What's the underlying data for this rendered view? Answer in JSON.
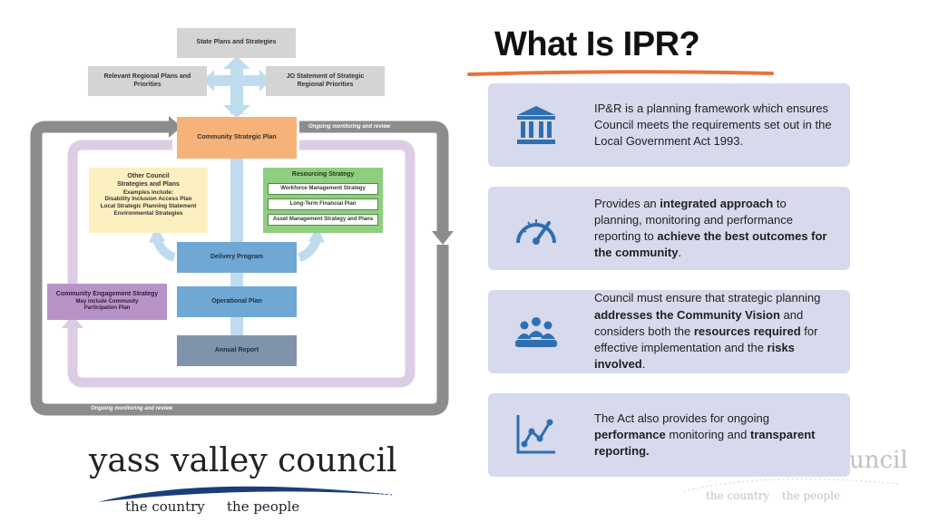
{
  "title": "What Is IPR?",
  "diagram": {
    "state_plans": "State Plans and Strategies",
    "regional_plans": "Relevant Regional Plans and Priorities",
    "jo_statement": "JO Statement of Strategic Regional Priorities",
    "csp": "Community Strategic Plan",
    "other_strategies_title": "Other Council Strategies and Plans",
    "other_strategies_items": "Examples include:\nDisability Inclusion Access Plan\nLocal Strategic Planning Statement\nEnvironmental Strategies",
    "resourcing_title": "Resourcing Strategy",
    "resourcing_items": [
      "Workforce Management Strategy",
      "Long-Term Financial Plan",
      "Asset Management Strategy and Plans"
    ],
    "delivery_program": "Delivery Program",
    "operational_plan": "Operational Plan",
    "annual_report": "Annual Report",
    "engagement_title": "Community Engagement Strategy",
    "engagement_sub": "May include Community Participation Plan",
    "monitoring_top": "Ongoing monitoring and review",
    "monitoring_bottom": "Ongoing monitoring and review"
  },
  "cards": [
    {
      "icon": "bank-icon",
      "html": "IP&R is a planning framework which ensures Council meets the requirements set out in the  Local Government Act 1993."
    },
    {
      "icon": "gauge-icon",
      "parts": [
        [
          "Provides an ",
          false
        ],
        [
          "integrated approach",
          true
        ],
        [
          " to planning, monitoring and performance reporting to ",
          false
        ],
        [
          "achieve the best outcomes for the community",
          true
        ],
        [
          ".",
          false
        ]
      ]
    },
    {
      "icon": "people-meeting-icon",
      "parts": [
        [
          "Council must ensure that strategic planning ",
          false
        ],
        [
          "addresses the Community Vision",
          true
        ],
        [
          " and considers both the ",
          false
        ],
        [
          "resources required",
          true
        ],
        [
          " for effective implementation and the ",
          false
        ],
        [
          "risks involved",
          true
        ],
        [
          ".",
          false
        ]
      ]
    },
    {
      "icon": "line-chart-icon",
      "parts": [
        [
          "The Act also provides for ongoing ",
          false
        ],
        [
          "performance",
          true
        ],
        [
          " monitoring and ",
          false
        ],
        [
          "transparent reporting.",
          true
        ]
      ]
    }
  ],
  "logo": {
    "name": "yass valley council",
    "tag_left": "the country",
    "tag_right": "the people"
  },
  "logo_faded": {
    "name_fragment": "uncil",
    "tag_left": "the country",
    "tag_right": "the people"
  }
}
